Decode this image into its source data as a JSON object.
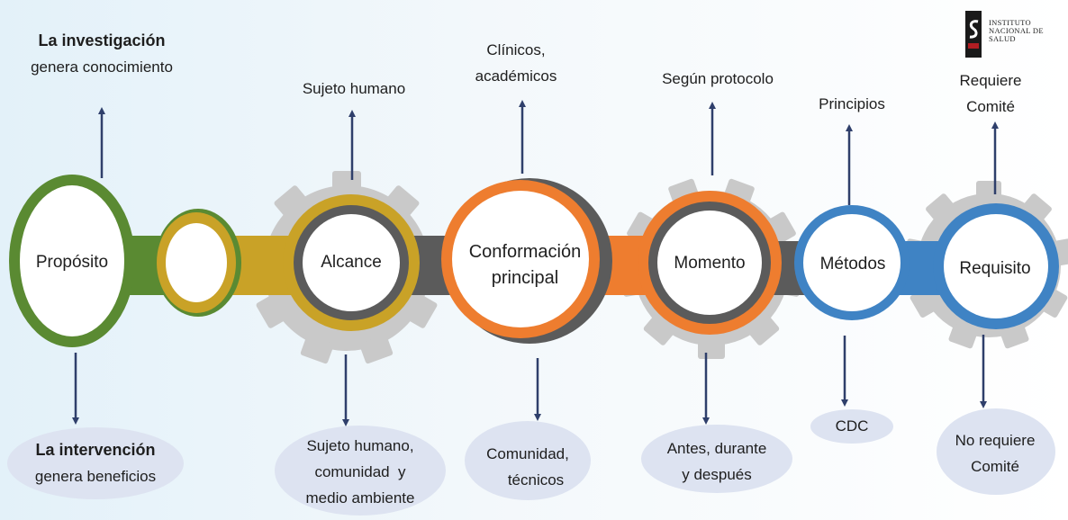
{
  "top_labels": {
    "investigacion_bold": "La investigación",
    "investigacion_rest": "genera conocimiento",
    "sujeto_humano": "Sujeto humano",
    "clinicos_1": "Clínicos,",
    "clinicos_2": "académicos",
    "segun_protocolo": "Según protocolo",
    "principios": "Principios",
    "requiere_1": "Requiere",
    "requiere_2": "Comité"
  },
  "nodes": {
    "proposito": "Propósito",
    "alcance": "Alcance",
    "conformacion_1": "Conformación",
    "conformacion_2": "principal",
    "momento": "Momento",
    "metodos": "Métodos",
    "requisito": "Requisito"
  },
  "bottom_labels": {
    "intervencion_bold": "La intervención",
    "intervencion_rest": "genera beneficios",
    "sujeto_1": "Sujeto humano,",
    "sujeto_2": "comunidad  y",
    "sujeto_3": "medio ambiente",
    "comunidad_1": "Comunidad,",
    "comunidad_2": "técnicos",
    "antes_1": "Antes, durante",
    "antes_2": "y después",
    "cdc": "CDC",
    "no_requiere_1": "No requiere",
    "no_requiere_2": "Comité"
  },
  "logo": {
    "line1": "INSTITUTO",
    "line2": "NACIONAL DE",
    "line3": "SALUD"
  },
  "colors": {
    "green": "#5a8a32",
    "gold": "#c9a227",
    "dark_gray": "#5b5b5b",
    "orange": "#ee7d2f",
    "blue": "#3f83c4",
    "gear": "#c9c9c9",
    "arrow": "#2f3f6b",
    "ellipse": "#dde3f1"
  }
}
